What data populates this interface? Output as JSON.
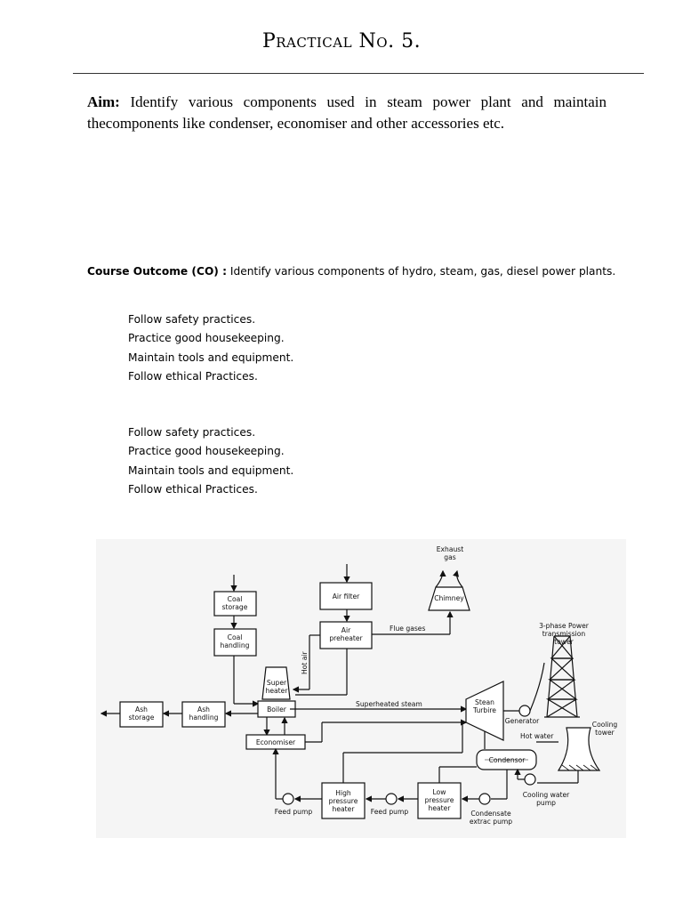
{
  "page": {
    "title": "Practical No. 5.",
    "aim_label": "Aim:",
    "aim_text": " Identify various components used in steam power plant and maintain thecomponents like condenser, economiser and other accessories etc.",
    "co_label": "Course Outcome (CO) :",
    "co_text": " Identify various components of hydro, steam, gas, diesel power plants.",
    "list_one": [
      "Follow safety practices.",
      "Practice good housekeeping.",
      "Maintain tools and equipment.",
      "Follow ethical Practices."
    ],
    "list_two": [
      "Follow safety practices.",
      "Practice good housekeeping.",
      "Maintain tools and equipment.",
      "Follow ethical Practices."
    ]
  },
  "diagram": {
    "coal_storage": [
      "Coal",
      "storage"
    ],
    "coal_handling": [
      "Coal",
      "handling"
    ],
    "air_filter": "Air filter",
    "air_preheater": [
      "Air",
      "preheater"
    ],
    "exhaust_gas": [
      "Exhaust",
      "gas"
    ],
    "chimney": "Chimney",
    "flue_gases": "Flue gases",
    "hot_air": "Hot air",
    "power_tower": [
      "3-phase Power",
      "transmission",
      "tower"
    ],
    "super_heater": [
      "Super",
      "heater"
    ],
    "boiler": "Boiler",
    "ash_storage": [
      "Ash",
      "storage"
    ],
    "ash_handling": [
      "Ash",
      "handling"
    ],
    "superheated_steam": "Superheated steam",
    "steam_turbine": [
      "Stean",
      "Turbire"
    ],
    "generator": "Generator",
    "economiser": "Economiser",
    "hot_water": "Hot water",
    "condensor": "Condensor",
    "cooling_tower": [
      "Cooling",
      "tower"
    ],
    "cooling_water_pump": [
      "Cooling water",
      "pump"
    ],
    "feed_pump_1": "Feed pump",
    "hp_heater": [
      "High",
      "pressure",
      "heater"
    ],
    "feed_pump_2": "Feed pump",
    "lp_heater": [
      "Low",
      "pressure",
      "heater"
    ],
    "condensate_pump": [
      "Condensate",
      "extrac pump"
    ]
  }
}
